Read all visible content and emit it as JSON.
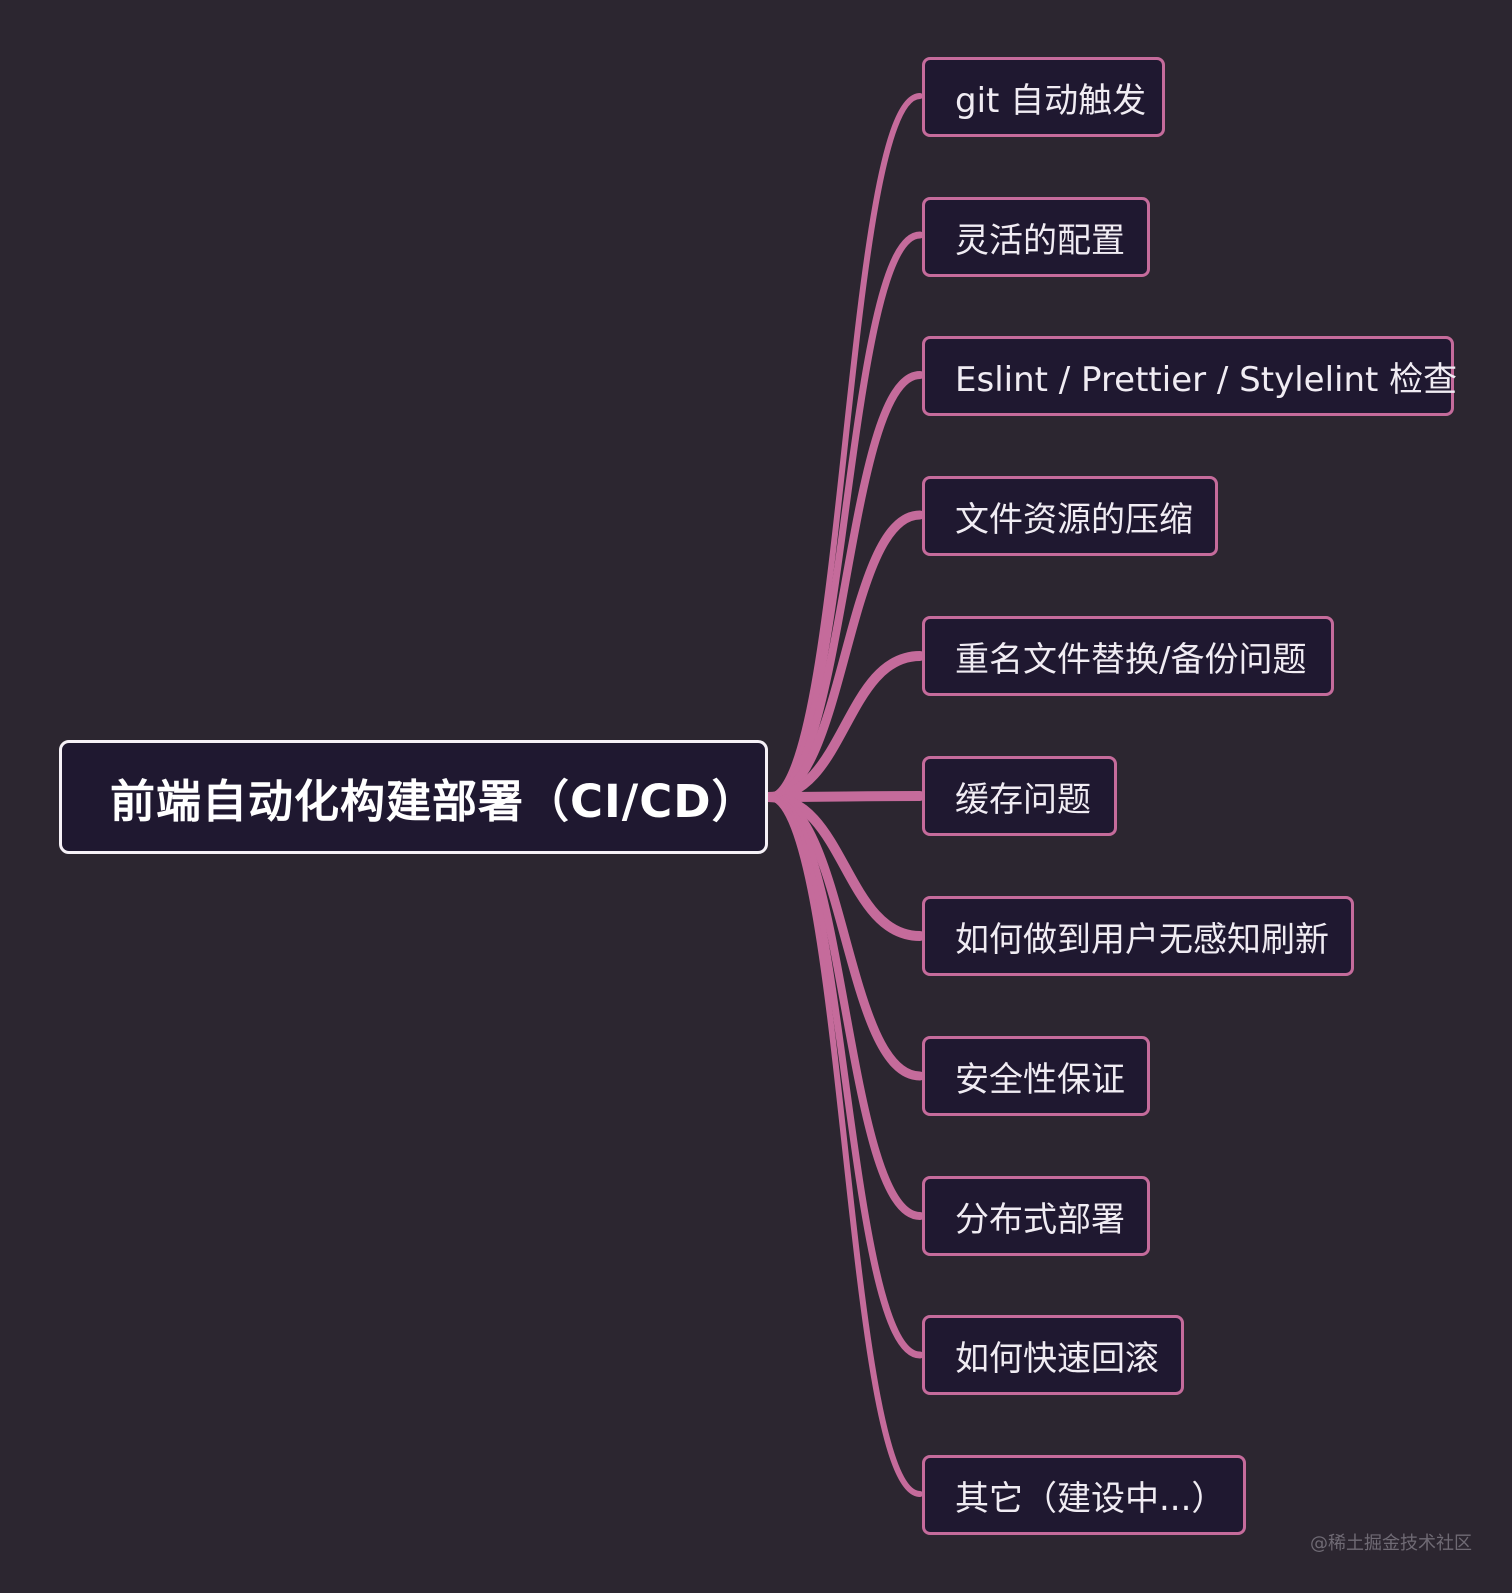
{
  "root": {
    "label": "前端自动化构建部署（CI/CD）"
  },
  "children": [
    {
      "label": "git 自动触发"
    },
    {
      "label": "灵活的配置"
    },
    {
      "label": "Eslint / Prettier / Stylelint 检查"
    },
    {
      "label": "文件资源的压缩"
    },
    {
      "label": "重名文件替换/备份问题"
    },
    {
      "label": "缓存问题"
    },
    {
      "label": "如何做到用户无感知刷新"
    },
    {
      "label": "安全性保证"
    },
    {
      "label": "分布式部署"
    },
    {
      "label": "如何快速回滚"
    },
    {
      "label": "其它（建设中...）"
    }
  ],
  "watermark": "@稀土掘金技术社区",
  "colors": {
    "background": "#2c2630",
    "node_fill": "#1f1830",
    "root_border": "#f6f1f7",
    "child_border": "#c56b9b",
    "connector": "#c56b9b"
  }
}
